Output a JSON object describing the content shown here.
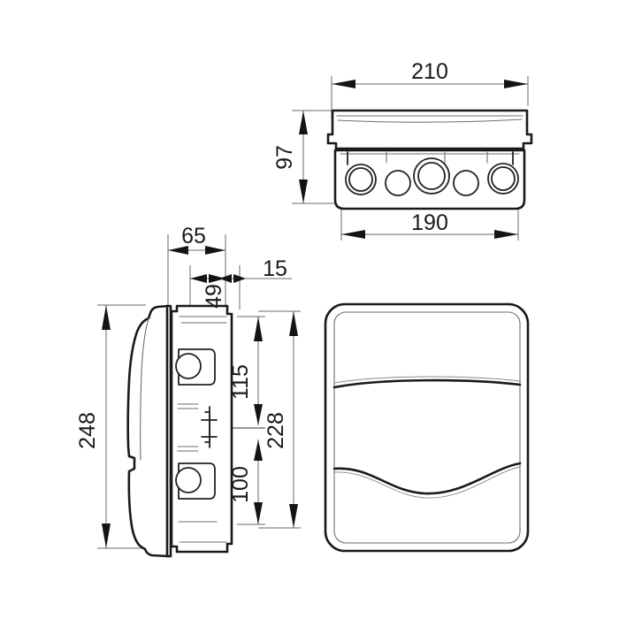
{
  "document": {
    "kind": "technical-drawing",
    "subject": "electrical enclosure / junction box",
    "views": [
      "top-view",
      "side-view",
      "front-view"
    ],
    "background_color": "#ffffff",
    "line_color": "#1a1a1a",
    "dimension_color": "#6a6a6a"
  },
  "dimensions": {
    "top_width_outer": "210",
    "top_width_inner": "190",
    "top_height": "97",
    "side_depth_total": "65",
    "side_depth_flange": "15",
    "side_depth_lip": "49",
    "side_height_total": "248",
    "side_height_body": "228",
    "side_height_upper": "115",
    "side_height_lower": "100"
  },
  "top_view": {
    "label": "top-view",
    "outer_width_label": "210",
    "inner_width_label": "190",
    "height_label": "97",
    "knockouts": [
      {
        "name": "knockout-1",
        "type": "double-ring",
        "r_outer": 17,
        "r_inner": 13
      },
      {
        "name": "knockout-2",
        "type": "single-ring",
        "r_outer": 13,
        "r_inner": 13
      },
      {
        "name": "knockout-3",
        "type": "double-ring",
        "r_outer": 20,
        "r_inner": 15
      },
      {
        "name": "knockout-4",
        "type": "single-ring",
        "r_outer": 13,
        "r_inner": 13
      },
      {
        "name": "knockout-5",
        "type": "double-ring",
        "r_outer": 17,
        "r_inner": 13
      }
    ]
  },
  "side_view": {
    "label": "side-view",
    "total_height_label": "248",
    "body_height_label": "228",
    "upper_label": "115",
    "lower_label": "100",
    "depth_label": "65",
    "flange_label": "15",
    "lip_label": "49",
    "mount_holes": [
      {
        "name": "mount-hole-top",
        "r_outer": 17,
        "r_inner": 13
      },
      {
        "name": "mount-hole-bottom",
        "r_outer": 17,
        "r_inner": 13
      }
    ]
  },
  "front_view": {
    "label": "front-view",
    "corner_style": "rounded",
    "wave_lines": 2
  }
}
